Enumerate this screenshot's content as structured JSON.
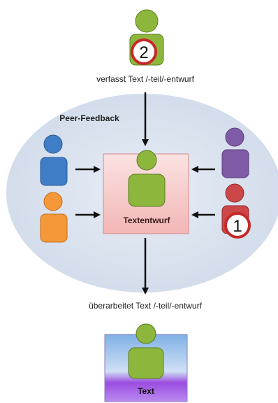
{
  "labels": {
    "author_caption": "verfasst Text /-teil/-entwurf",
    "group_label": "Peer-Feedback",
    "draft_label": "Textentwurf",
    "revise_caption": "überarbeitet Text /-teil/-entwurf",
    "final_label": "Text"
  },
  "badges": {
    "author": "2",
    "reviewer": "1"
  },
  "colors": {
    "green": "#8db63c",
    "blue": "#3f7ec6",
    "orange": "#f5983a",
    "purple": "#7f5ba6",
    "red": "#cc4848",
    "ellipse": "#dbe3ef",
    "draft_box": "#f6c8c8"
  }
}
